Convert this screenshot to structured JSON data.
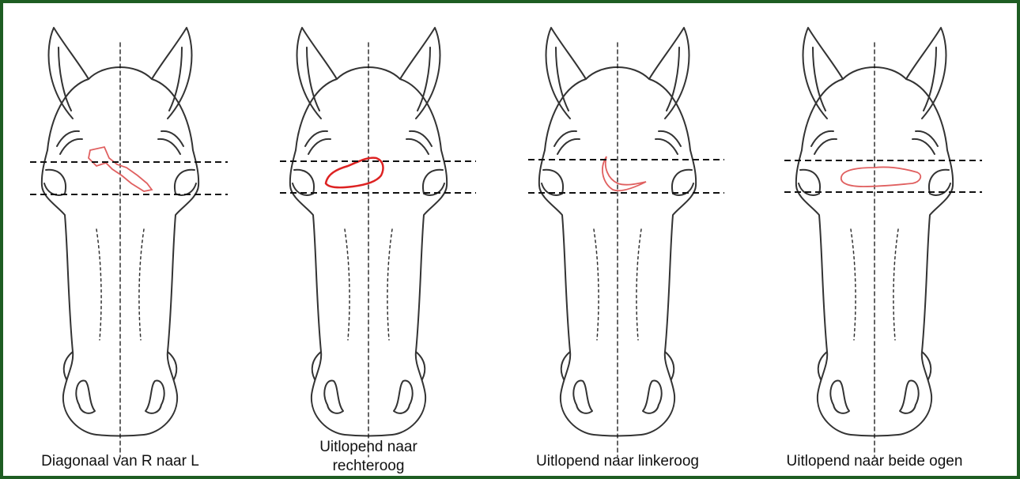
{
  "colors": {
    "border": "#1e5d22",
    "outline": "#333333",
    "marking": "#e06060",
    "guide": "#111111"
  },
  "panels": [
    {
      "caption_lines": [
        "Diagonaal van R naar L"
      ]
    },
    {
      "caption_lines": [
        "Uitlopend naar",
        "rechteroog"
      ]
    },
    {
      "caption_lines": [
        "Uitlopend naar linkeroog"
      ]
    },
    {
      "caption_lines": [
        "Uitlopend naar beide ogen"
      ]
    }
  ]
}
